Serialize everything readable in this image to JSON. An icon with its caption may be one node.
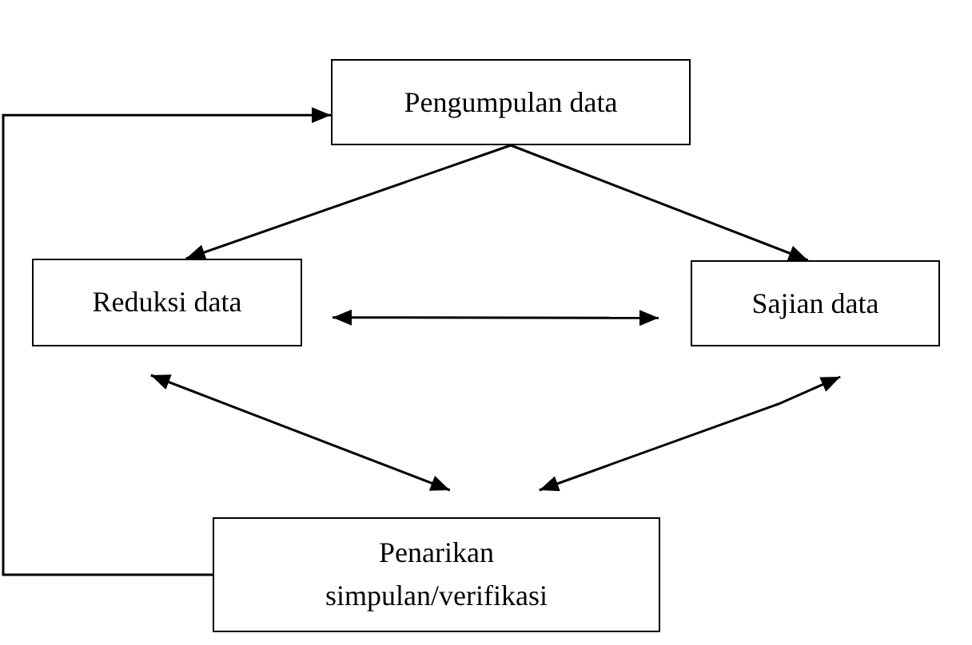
{
  "diagram": {
    "nodes": [
      {
        "text": [
          "Pengumpulan data"
        ]
      },
      {
        "text": [
          "Reduksi data"
        ]
      },
      {
        "text": [
          "Sajian data"
        ]
      },
      {
        "text": [
          "Penarikan simpulan/verifikasi"
        ]
      }
    ],
    "edges": [
      {
        "from": 0,
        "to": 1,
        "arrow": "to"
      },
      {
        "from": 0,
        "to": 2,
        "arrow": "to"
      },
      {
        "from": 1,
        "to": 2,
        "arrow": "both"
      },
      {
        "from": 1,
        "to": 3,
        "arrow": "both"
      },
      {
        "from": 2,
        "to": 3,
        "arrow": "both"
      },
      {
        "from": 3,
        "to": 0,
        "arrow": "to"
      }
    ]
  }
}
